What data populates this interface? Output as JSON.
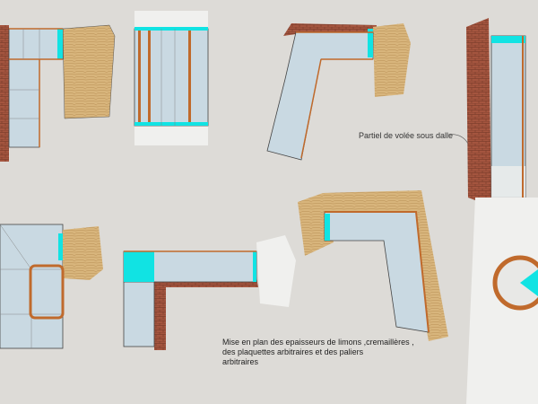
{
  "annotations": {
    "partial_flight": "Partiel de volée sous dalle",
    "main_caption_line1": "Mise en plan des epaisseurs de limons ,cremaillères ,",
    "main_caption_line2": "des plaquettes arbitraires et des paliers",
    "main_caption_line3": "arbitraires"
  },
  "colors": {
    "background": "#dddbd7",
    "brick": "#a4553f",
    "wood": "#d8b57c",
    "tread": "#c9d9e2",
    "stringer": "#c06a2c",
    "landing": "#11e3e3",
    "slab": "#f0f0ee"
  }
}
